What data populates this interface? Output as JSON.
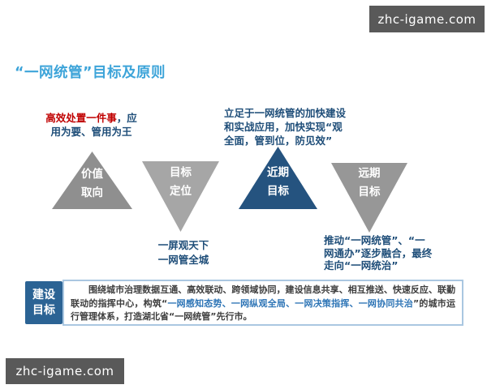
{
  "watermarks": {
    "top_right": "zhc-igame.com",
    "bottom_left": "zhc-igame.com",
    "bg_color": "#595959"
  },
  "title": {
    "text": "“一网统管”目标及原则",
    "color": "#3da4d9"
  },
  "colors": {
    "dark_blue_text": "#1f4e79",
    "red_highlight": "#c00000",
    "paragraph_text": "#3d3d3d",
    "paragraph_highlight": "#2e75b6",
    "goal_label_bg": "#2b6394",
    "goal_box_border": "#aac7e1"
  },
  "annotations": {
    "value_note": {
      "line1_highlight": "高效处置一件事",
      "line1_rest": "，应",
      "line2": "用为要、管用为王"
    },
    "near_term_note": {
      "lines": [
        "立足于一网统管的加快建设",
        "和实战应用，加快实现“观",
        "全面，管到位，防见效”"
      ]
    },
    "positioning_note": {
      "lines": [
        "一屏观天下",
        "一网管全城"
      ]
    },
    "long_term_note": {
      "lines": [
        "推动“一网统管”、“一",
        "网通办”逐步融合，最终",
        "走向“一网统治”"
      ]
    }
  },
  "triangles": [
    {
      "id": "value-orientation",
      "direction": "up",
      "color": "#8f8f8f",
      "label_line1": "价值",
      "label_line2": "取向"
    },
    {
      "id": "target-positioning",
      "direction": "down",
      "color": "#a6a6a6",
      "label_line1": "目标",
      "label_line2": "定位"
    },
    {
      "id": "near-term-goal",
      "direction": "up",
      "color": "#25537f",
      "label_line1": "近期",
      "label_line2": "目标"
    },
    {
      "id": "long-term-goal",
      "direction": "down",
      "color": "#979797",
      "label_line1": "远期",
      "label_line2": "目标"
    }
  ],
  "construction_goal": {
    "label_line1": "建设",
    "label_line2": "目标",
    "text_before": "围绕城市治理数据互通、高效联动、跨领域协同，建设信息共享、相互推送、快速反应、联勤联动的指挥中心，构筑“",
    "text_highlight": "一网感知态势、一网纵观全局、一网决策指挥、一网协同共治",
    "text_after": "”的城市运行管理体系，打造湖北省“一网统管”先行市。"
  }
}
